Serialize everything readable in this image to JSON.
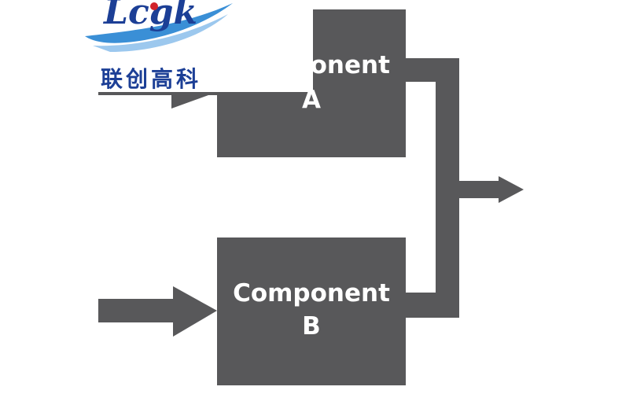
{
  "logo": {
    "latin": "Lcgk",
    "chinese": "联创高科"
  },
  "components": [
    {
      "id": "a",
      "line1": "Component",
      "line2": "A"
    },
    {
      "id": "b",
      "line1": "Component",
      "line2": "B"
    }
  ],
  "colors": {
    "block": "#58585a",
    "label": "#ffffff",
    "logo_blue": "#1c3f96",
    "logo_red": "#d2232a",
    "logo_swoosh": "#3a8fd6"
  }
}
